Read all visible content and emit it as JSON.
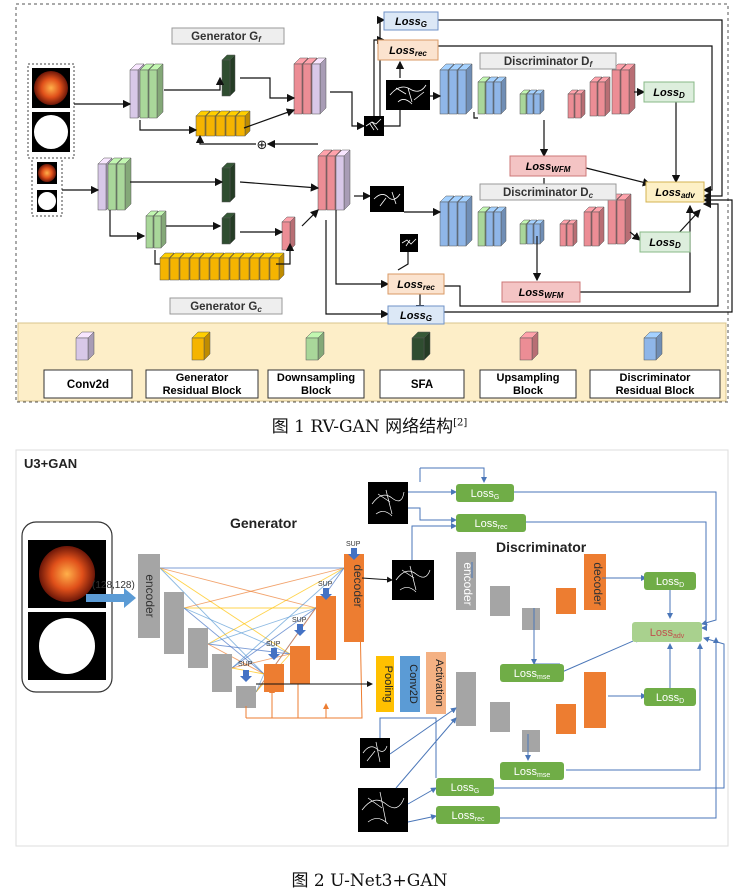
{
  "figure1": {
    "caption": "图 1   RV-GAN 网络结构",
    "caption_ref": "[2]",
    "generator_f": "Generator G",
    "generator_f_sub": "f",
    "generator_c": "Generator G",
    "generator_c_sub": "c",
    "discriminator_f": "Discriminator D",
    "discriminator_f_sub": "f",
    "discriminator_c": "Discriminator D",
    "discriminator_c_sub": "c",
    "loss_word": "Loss",
    "sub_g": "G",
    "sub_rec": "rec",
    "sub_d": "D",
    "sub_wfm": "WFM",
    "sub_adv": "adv",
    "plus_symbol": "⊕",
    "legend": [
      {
        "line1": "Conv2d",
        "line2": "",
        "color": "#d8c8e8"
      },
      {
        "line1": "Generator",
        "line2": "Residual Block",
        "color": "#f5b400"
      },
      {
        "line1": "Downsampling",
        "line2": "Block",
        "color": "#a9d79a"
      },
      {
        "line1": "SFA",
        "line2": "",
        "color": "#2f4d30"
      },
      {
        "line1": "Upsampling",
        "line2": "Block",
        "color": "#ec8d95"
      },
      {
        "line1": "Discriminator",
        "line2": "Residual Block",
        "color": "#8fb6e8"
      }
    ]
  },
  "figure2": {
    "caption": "图 2    U-Net3+GAN",
    "title": "U3+GAN",
    "generator": "Generator",
    "discriminator": "Discriminator",
    "input_size": "(128,128)",
    "encoder": "encoder",
    "decoder": "decoder",
    "sup": "SUP",
    "pooling": "Pooling",
    "conv2d": "Conv2D",
    "activation": "Activation",
    "loss_word": "Loss",
    "sub_g": "G",
    "sub_rec": "rec",
    "sub_d": "D",
    "sub_mse": "mse",
    "sub_adv": "adv"
  },
  "colors": {
    "conv": "#d8c8e8",
    "gres": "#f5b400",
    "down": "#a9d79a",
    "sfa": "#2f4d30",
    "up": "#ec8d95",
    "dres": "#8fb6e8",
    "loss_blue": "#dce8f6",
    "loss_orange": "#fbe3cf",
    "loss_green": "#ddeedd",
    "loss_red": "#f4c4c4",
    "loss_yellow": "#fdf0c6",
    "legend_bg": "#fdeec8",
    "u3_gray": "#a5a5a5",
    "u3_orange": "#ed7d31",
    "u3_green": "#70ad47",
    "u3_blue": "#4472c4",
    "u3_yellow": "#ffc000"
  }
}
